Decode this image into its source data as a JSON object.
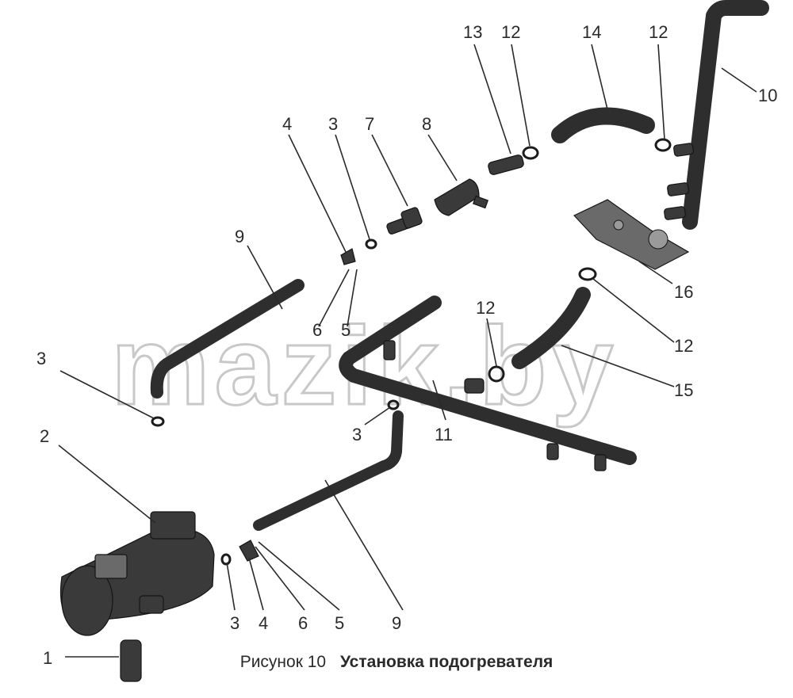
{
  "diagram": {
    "labels": {
      "l1": "1",
      "l2": "2",
      "l3a": "3",
      "l3b": "3",
      "l3c": "3",
      "l3d": "3",
      "l4a": "4",
      "l4b": "4",
      "l5a": "5",
      "l5b": "5",
      "l6a": "6",
      "l6b": "6",
      "l7": "7",
      "l8": "8",
      "l9a": "9",
      "l9b": "9",
      "l10": "10",
      "l11": "11",
      "l12a": "12",
      "l12b": "12",
      "l12c": "12",
      "l12d": "12",
      "l13": "13",
      "l14": "14",
      "l15": "15",
      "l16": "16"
    },
    "watermark": "mazik.by"
  },
  "caption": {
    "prefix": "Рисунок 10",
    "title": "Установка подогревателя"
  }
}
